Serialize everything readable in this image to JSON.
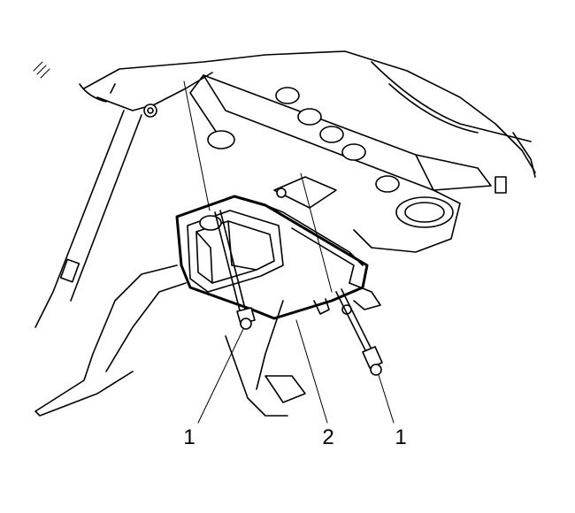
{
  "callouts": {
    "fastener_left": "1",
    "bracket": "2",
    "fastener_right": "1"
  }
}
